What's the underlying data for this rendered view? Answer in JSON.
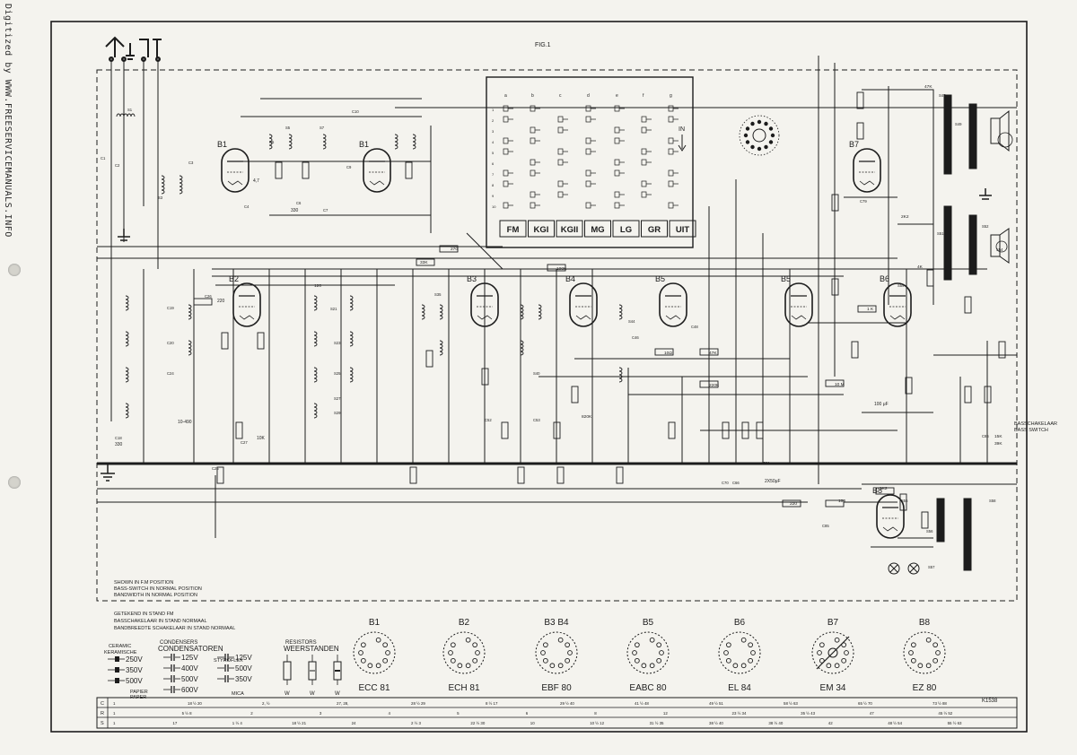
{
  "sidebar_watermark": "Digitized by WWW.FREESERVICEMANUALS.INFO",
  "figure_label": "FIG.1",
  "drawing_number": "K1538",
  "switch_bank": {
    "column_letters": [
      "a",
      "b",
      "c",
      "d",
      "e",
      "f",
      "g"
    ],
    "buttons": [
      "FM",
      "KGI",
      "KGII",
      "MG",
      "LG",
      "GR",
      "UIT"
    ],
    "in_label": "IN"
  },
  "tubes": [
    {
      "ref": "B1",
      "type": "ECC 81"
    },
    {
      "ref": "B2",
      "type": "ECH 81"
    },
    {
      "ref": "B3 B4",
      "type": "EBF 80"
    },
    {
      "ref": "B5",
      "type": "EABC 80"
    },
    {
      "ref": "B6",
      "type": "EL 84"
    },
    {
      "ref": "B7",
      "type": "EM 34"
    },
    {
      "ref": "B8",
      "type": "EZ 80"
    }
  ],
  "schematic_tube_labels": [
    "B1",
    "B1",
    "B2",
    "B3",
    "B4",
    "B5",
    "B5",
    "B6",
    "B7",
    "B8"
  ],
  "notes_en": [
    "SHOWN IN F.M POSITION",
    "BASS-SWITCH IN NORMAL POSITION",
    "BANDWIDTH IN NORMAL POSITION"
  ],
  "notes_nl": [
    "GETEKEND IN STAND FM",
    "BASSCHAKELAAR IN STAND NORMAAL",
    "BANDBREEDTE SCHAKELAAR IN STAND NORMAAL"
  ],
  "bass_switch": {
    "nl": "BASSCHAKELAAR",
    "en": "BASS SWITCH"
  },
  "legend": {
    "ceramic": "CERAMIC",
    "keramische": "KERAMISCHE",
    "ceramic_values": [
      "250V",
      "350V",
      "500V"
    ],
    "condensers": "CONDENSERS",
    "condensatoren": "CONDENSATOREN",
    "paper_values": [
      "125V",
      "400V",
      "500V",
      "600V"
    ],
    "papier": "PAPIER",
    "paper": "PAPER",
    "styroflex": "STYROFLEX",
    "styroflex_values": [
      "125V",
      "500V",
      "350V"
    ],
    "mica": "MICA",
    "resistors": "RESISTORS",
    "weerstanden": "WEERSTANDEN",
    "resistor_watts": [
      "W",
      "W",
      "W"
    ]
  },
  "component_labels": {
    "resistors": [
      "270",
      "33K",
      "100K",
      "120",
      "10Ω",
      "47K",
      "220K",
      "820K",
      "10 M",
      "1 K",
      "1K2",
      "220",
      "100",
      "2K2",
      "4K",
      "47K",
      "15K",
      "39K"
    ],
    "capacitors": [
      "C1",
      "C2",
      "C3",
      "C4",
      "C5",
      "C6",
      "C7",
      "C9",
      "C10",
      "C18",
      "C19",
      "C20",
      "C24",
      "C25",
      "C26",
      "C27",
      "C46",
      "C48",
      "C52",
      "C53",
      "C66",
      "C70",
      "C79",
      "C85",
      "C86",
      "C91"
    ],
    "coils": [
      "S1",
      "S3",
      "S5",
      "S7",
      "S21",
      "S23",
      "S25",
      "S27",
      "S29",
      "S35",
      "S40",
      "S44",
      "S47",
      "S49",
      "S51",
      "S52",
      "S54",
      "S55",
      "S56",
      "S57",
      "S58",
      "S59"
    ],
    "values": [
      "100 μF",
      "2X50μF",
      "330",
      "4,7",
      "10K",
      "10-490",
      "330",
      "220"
    ]
  },
  "bottom_table": {
    "row_labels": [
      "C",
      "R",
      "S"
    ],
    "rows": [
      [
        "1",
        "18 ½ 20",
        "2, ½",
        "27, 28,",
        "28 ½ 29",
        "8 ½ 17",
        "29 ½ 40",
        "41 ½ 48",
        "49 ½ 51",
        "58 ½ 63",
        "65 ½ 70",
        "73 ½ 88"
      ],
      [
        "1",
        "5 ½ 8",
        "2",
        "3",
        "4",
        "5",
        "6",
        "8",
        "12",
        "23 ½ 34",
        "35 ½ 43",
        "47",
        "45 ½ 52"
      ],
      [
        "1",
        "17",
        "1 ½ 4",
        "18 ½ 21",
        "24",
        "2 ½ 3",
        "22 ½ 30",
        "10",
        "10 ½ 12",
        "31 ½ 35",
        "38 ½ 40",
        "38 ½ 40",
        "42",
        "48 ½ 54",
        "55 ½ 63"
      ]
    ]
  },
  "colors": {
    "paper": "#f4f3ee",
    "ink": "#1c1c1c",
    "shade": "#8a8a8a"
  }
}
